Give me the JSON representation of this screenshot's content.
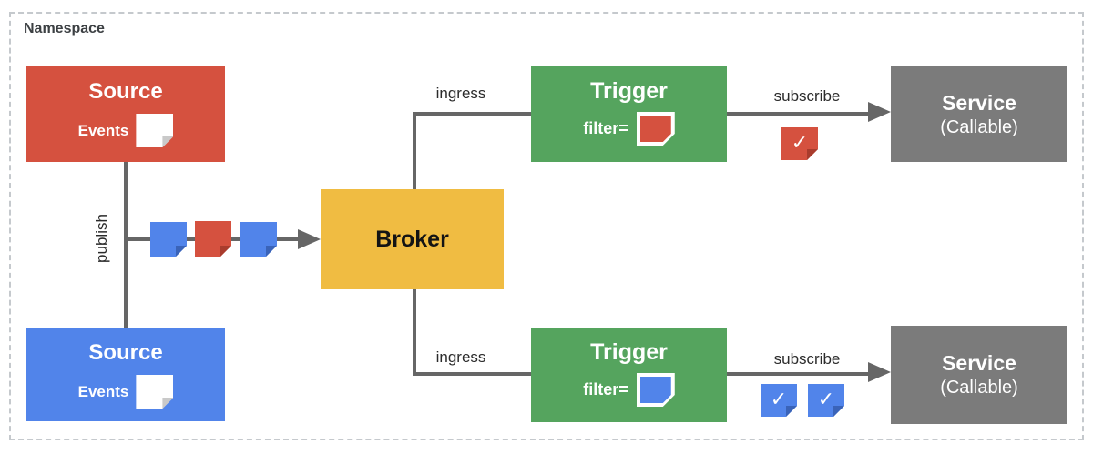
{
  "namespace": {
    "label": "Namespace"
  },
  "colors": {
    "red": "#D5513F",
    "red_fold": "#a93c2d",
    "blue": "#5184EA",
    "blue_fold": "#3a63b8",
    "green": "#55A45E",
    "yellow": "#F0BC42",
    "gray": "#7B7B7B",
    "line": "#666666",
    "white_note_fold": "#c9c9c9"
  },
  "nodes": {
    "source_top": {
      "title": "Source",
      "events_label": "Events"
    },
    "source_bottom": {
      "title": "Source",
      "events_label": "Events"
    },
    "broker": {
      "title": "Broker"
    },
    "trigger_top": {
      "title": "Trigger",
      "filter_label": "filter="
    },
    "trigger_bottom": {
      "title": "Trigger",
      "filter_label": "filter="
    },
    "service_top": {
      "title": "Service",
      "subtitle": "(Callable)"
    },
    "service_bottom": {
      "title": "Service",
      "subtitle": "(Callable)"
    }
  },
  "edges": {
    "publish_label": "publish",
    "ingress_top_label": "ingress",
    "ingress_bottom_label": "ingress",
    "subscribe_top_label": "subscribe",
    "subscribe_bottom_label": "subscribe"
  },
  "icons": {
    "check_glyph": "✓"
  }
}
